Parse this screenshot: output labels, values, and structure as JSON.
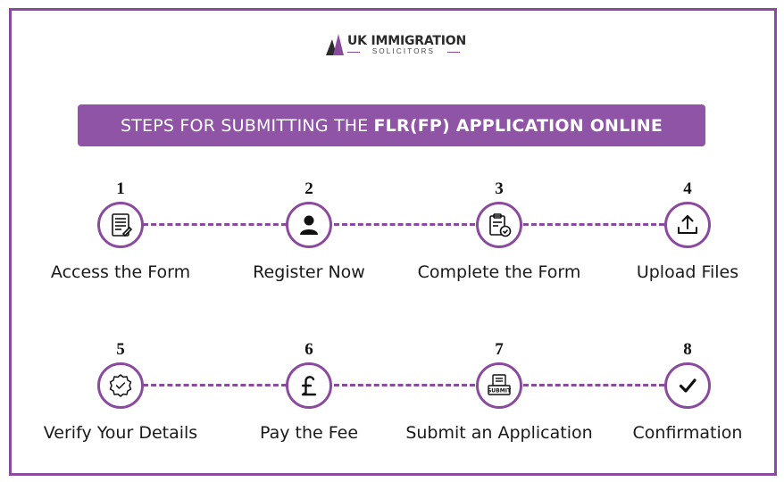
{
  "logo": {
    "brand": "UK IMMIGRATION",
    "sub": "SOLICITORS"
  },
  "banner": {
    "prefix": "STEPS FOR SUBMITTING THE",
    "bold": "FLR(FP) APPLICATION ONLINE"
  },
  "steps": [
    {
      "number": "1",
      "label": "Access the Form",
      "icon": "form-icon"
    },
    {
      "number": "2",
      "label": "Register Now",
      "icon": "user-icon"
    },
    {
      "number": "3",
      "label": "Complete the Form",
      "icon": "clipboard-check-icon"
    },
    {
      "number": "4",
      "label": "Upload Files",
      "icon": "upload-icon"
    },
    {
      "number": "5",
      "label": "Verify Your Details",
      "icon": "verified-badge-icon"
    },
    {
      "number": "6",
      "label": "Pay the Fee",
      "icon": "pound-icon"
    },
    {
      "number": "7",
      "label": "Submit an Application",
      "icon": "submit-icon"
    },
    {
      "number": "8",
      "label": "Confirmation",
      "icon": "checkmark-icon"
    }
  ],
  "colors": {
    "accent": "#8f54a6",
    "border": "#8a4a9e"
  }
}
